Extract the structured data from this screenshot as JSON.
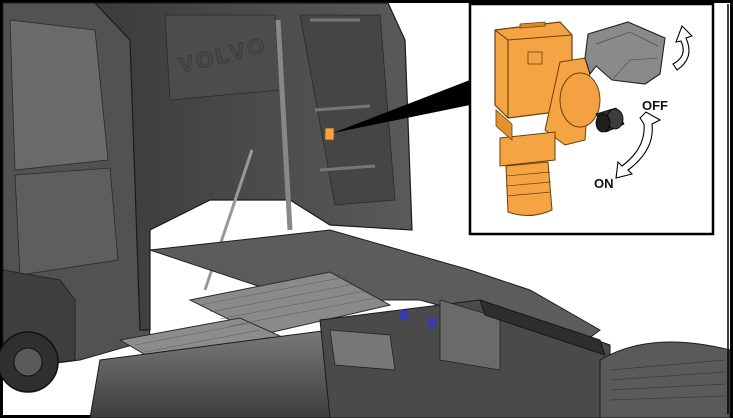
{
  "illustration": {
    "brand_text": "VOLVO",
    "colors": {
      "accent": "#f5a443",
      "truck_body": "#4a4a4a",
      "frame": "#000000"
    }
  },
  "inset": {
    "switch_icon": "battery-isolator-switch",
    "labels": {
      "off": "OFF",
      "on": "ON"
    }
  }
}
